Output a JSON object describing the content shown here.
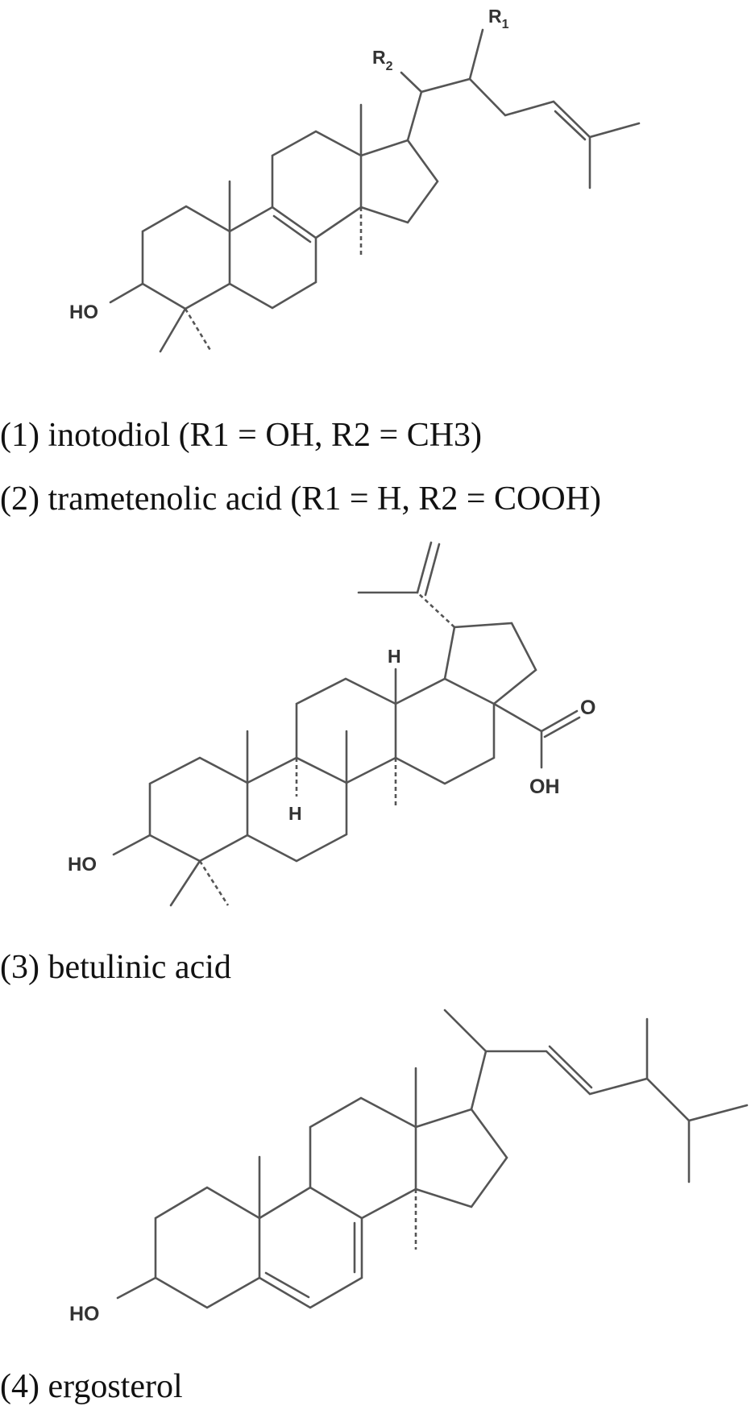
{
  "figure": {
    "compounds": [
      {
        "number": "(1)",
        "name": "inotodiol",
        "caption": "(1) inotodiol (R1 = OH, R2 = CH3)",
        "substituents": {
          "R1": "OH",
          "R2": "CH3"
        }
      },
      {
        "number": "(2)",
        "name": "trametenolic acid",
        "caption": "(2) trametenolic acid (R1 = H, R2 = COOH)",
        "substituents": {
          "R1": "H",
          "R2": "COOH"
        }
      },
      {
        "number": "(3)",
        "name": "betulinic acid",
        "caption": "(3) betulinic acid"
      },
      {
        "number": "(4)",
        "name": "ergosterol",
        "caption": "(4) ergosterol"
      }
    ],
    "labels": {
      "s1_ho": "HO",
      "s1_r1": "R",
      "s1_r1_sub": "1",
      "s1_r2": "R",
      "s1_r2_sub": "2",
      "s3_ho": "HO",
      "s3_h_upper": "H",
      "s3_h_lower": "H",
      "s3_o": "O",
      "s3_oh": "OH",
      "s4_ho": "HO"
    },
    "colors": {
      "bond": "#555555",
      "atom_label": "#333333",
      "caption": "#111111",
      "background": "#ffffff"
    }
  }
}
